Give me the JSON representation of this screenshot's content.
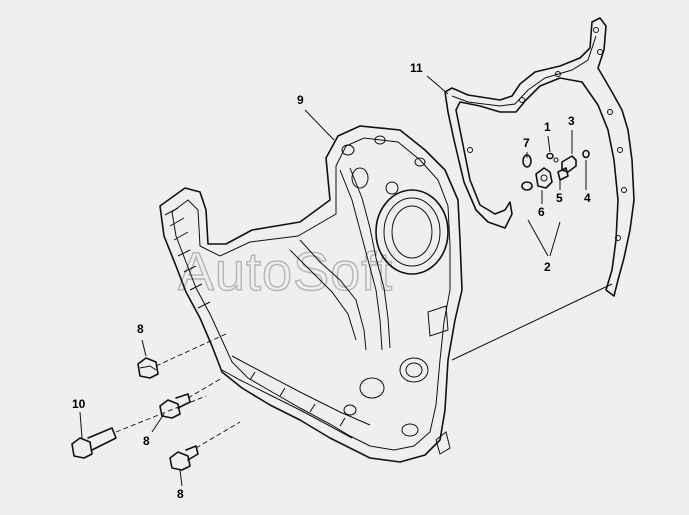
{
  "watermark": "AutoSoft",
  "callouts": {
    "c1": "1",
    "c2": "2",
    "c3": "3",
    "c4": "4",
    "c5": "5",
    "c6": "6",
    "c7": "7",
    "c8a": "8",
    "c8b": "8",
    "c8c": "8",
    "c9": "9",
    "c10": "10",
    "c11": "11"
  }
}
